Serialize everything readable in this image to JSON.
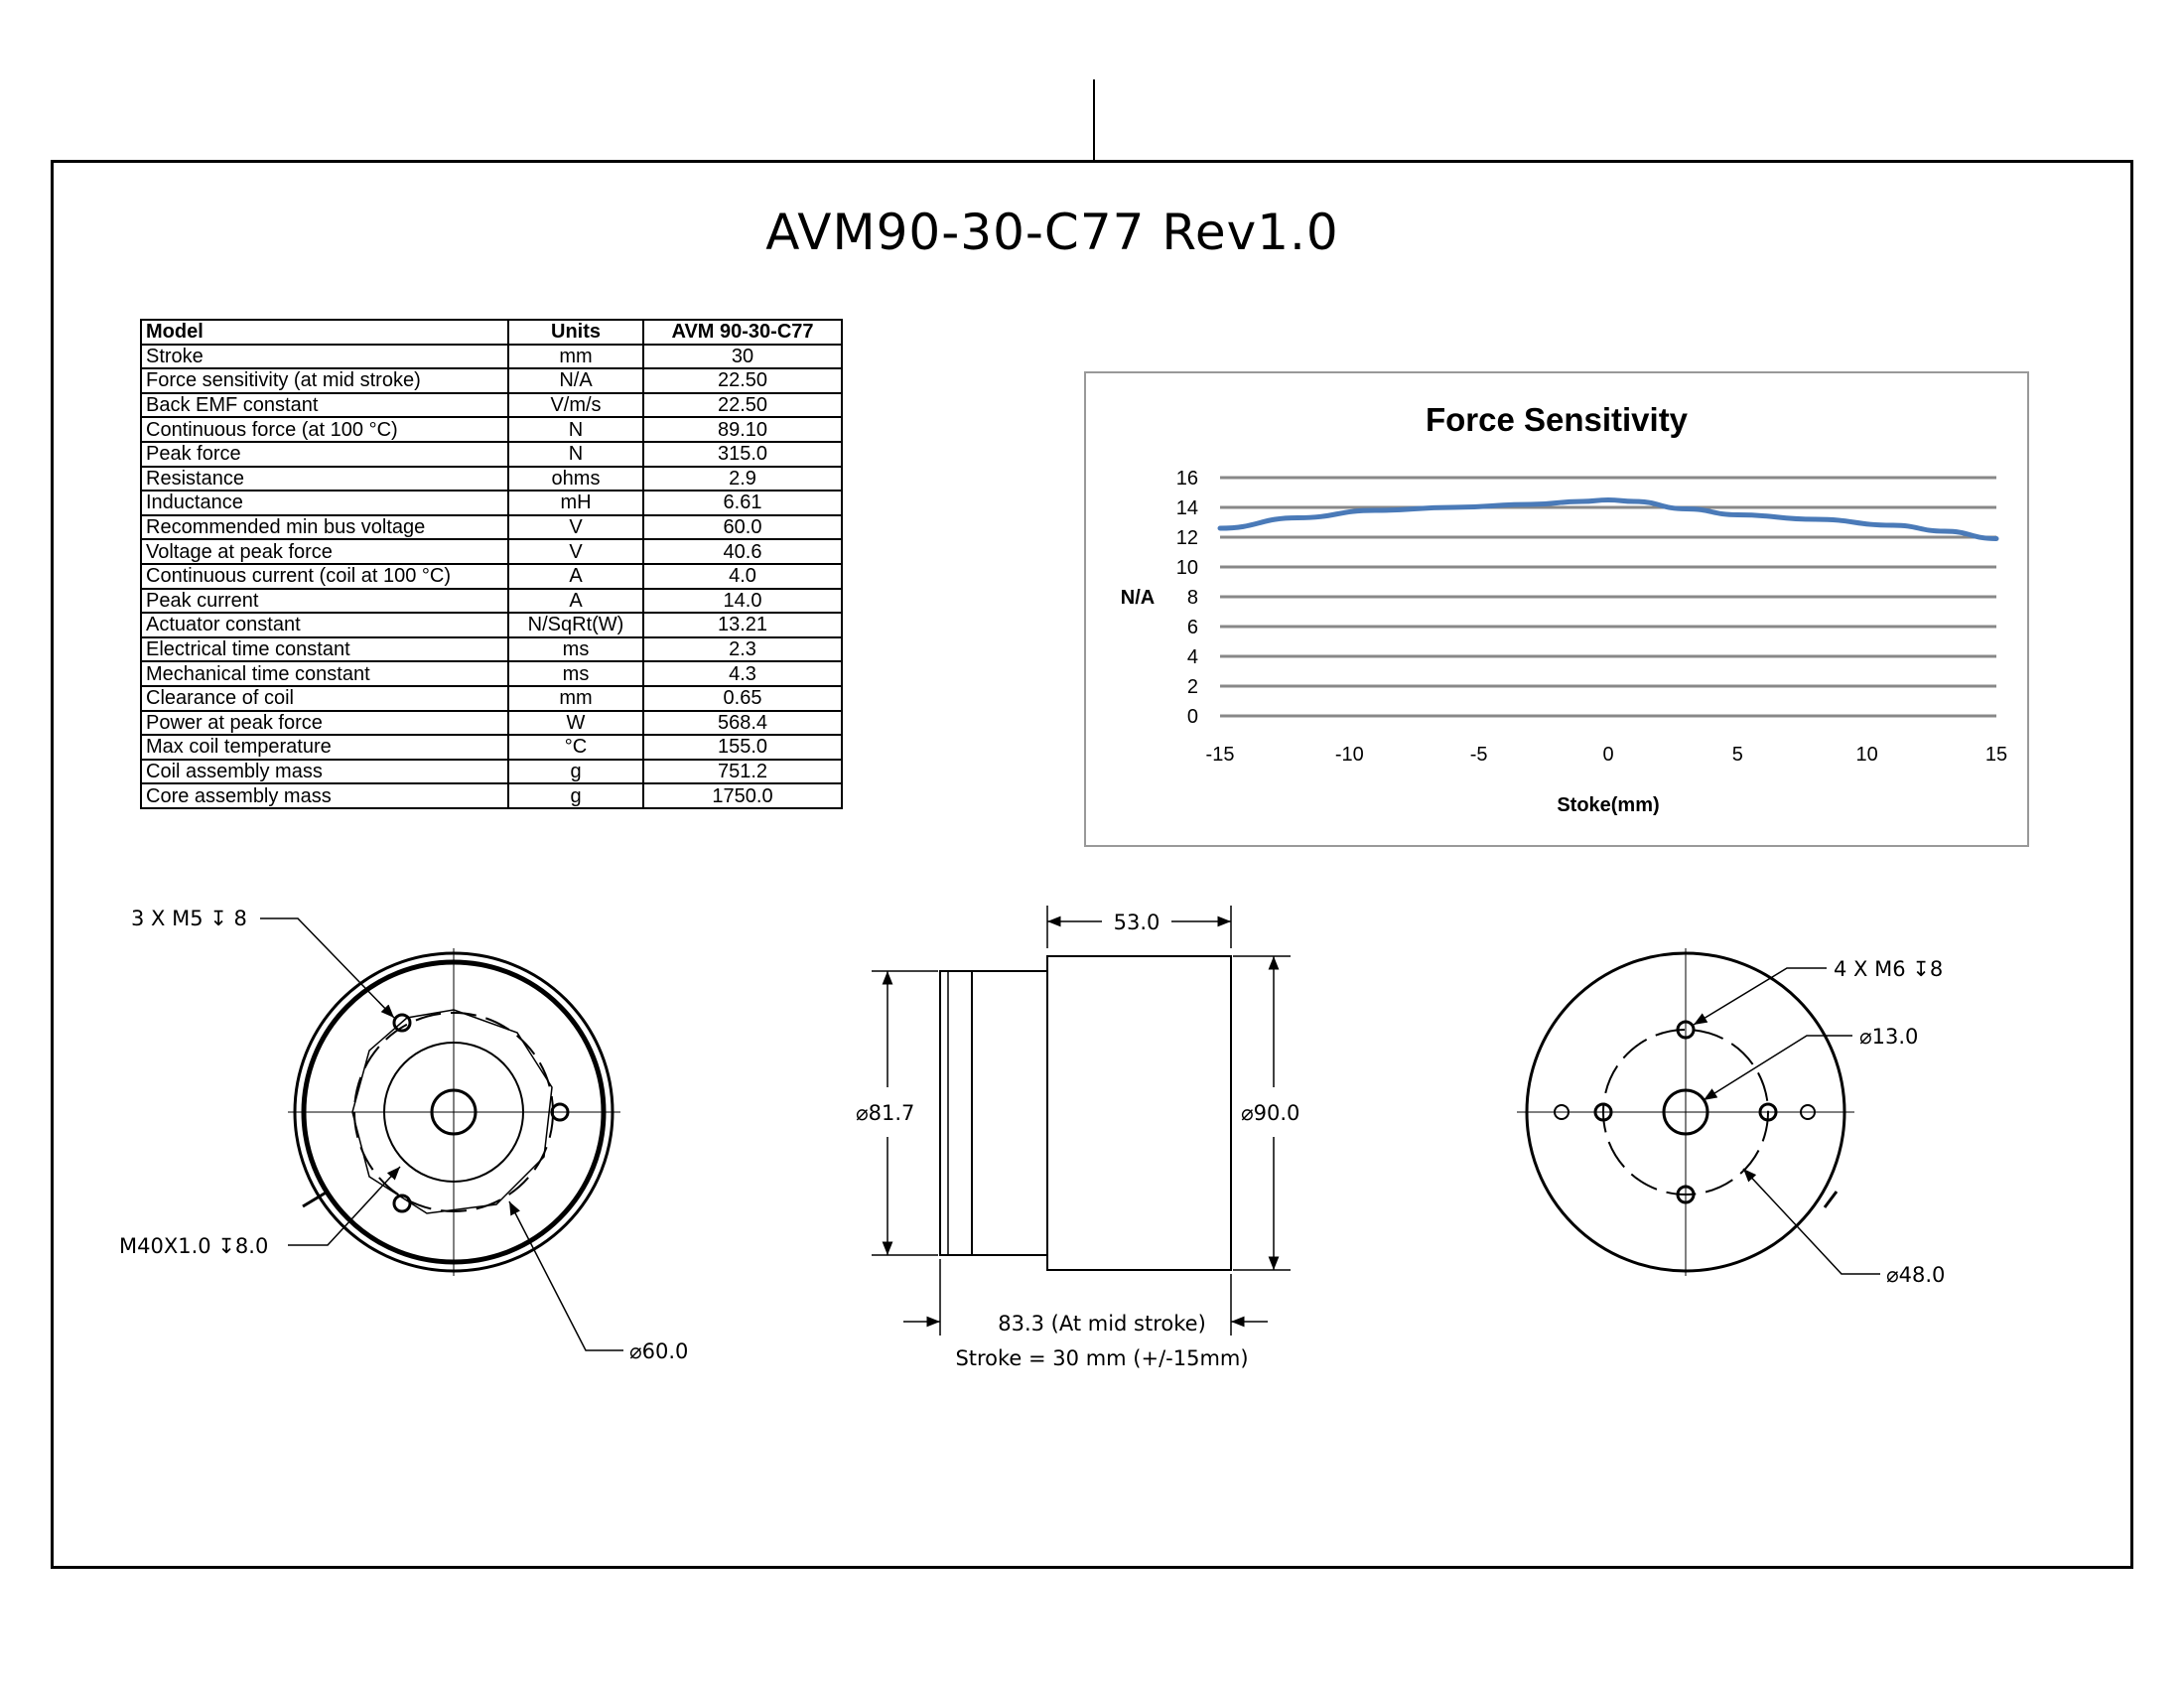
{
  "title": "AVM90-30-C77 Rev1.0",
  "spec_table": {
    "headers": [
      "Model",
      "Units",
      "AVM 90-30-C77"
    ],
    "rows": [
      [
        "Stroke",
        "mm",
        "30"
      ],
      [
        "Force sensitivity (at mid stroke)",
        "N/A",
        "22.50"
      ],
      [
        "Back EMF constant",
        "V/m/s",
        "22.50"
      ],
      [
        "Continuous force (at 100 °C)",
        "N",
        "89.10"
      ],
      [
        "Peak force",
        "N",
        "315.0"
      ],
      [
        "Resistance",
        "ohms",
        "2.9"
      ],
      [
        "Inductance",
        "mH",
        "6.61"
      ],
      [
        "Recommended min bus voltage",
        "V",
        "60.0"
      ],
      [
        "Voltage at peak force",
        "V",
        "40.6"
      ],
      [
        "Continuous current (coil at 100 °C)",
        "A",
        "4.0"
      ],
      [
        "Peak current",
        "A",
        "14.0"
      ],
      [
        "Actuator constant",
        "N/SqRt(W)",
        "13.21"
      ],
      [
        "Electrical time constant",
        "ms",
        "2.3"
      ],
      [
        "Mechanical time constant",
        "ms",
        "4.3"
      ],
      [
        "Clearance of coil",
        "mm",
        "0.65"
      ],
      [
        "Power at peak force",
        "W",
        "568.4"
      ],
      [
        "Max coil temperature",
        "°C",
        "155.0"
      ],
      [
        "Coil assembly mass",
        "g",
        "751.2"
      ],
      [
        "Core assembly mass",
        "g",
        "1750.0"
      ]
    ]
  },
  "chart_data": {
    "type": "line",
    "title": "Force Sensitivity",
    "xlabel": "Stoke(mm)",
    "ylabel": "N/A",
    "xlim": [
      -15,
      15
    ],
    "ylim": [
      0,
      16
    ],
    "x_ticks": [
      "-15",
      "-10",
      "-5",
      "0",
      "5",
      "10",
      "15"
    ],
    "y_ticks": [
      "0",
      "2",
      "4",
      "6",
      "8",
      "10",
      "12",
      "14",
      "16"
    ],
    "grid": "horizontal",
    "series": [
      {
        "color": "#4a7ab8",
        "x": [
          -15,
          -12,
          -9,
          -6,
          -3,
          -1,
          0,
          1,
          3,
          5,
          8,
          11,
          13,
          15
        ],
        "y": [
          12.6,
          13.3,
          13.8,
          14.0,
          14.2,
          14.4,
          14.5,
          14.4,
          13.9,
          13.5,
          13.2,
          12.8,
          12.4,
          11.9
        ]
      }
    ]
  },
  "drawing": {
    "left_view": {
      "note_holes": "3 X M5",
      "note_holes_depth": "8",
      "note_thread": "M40X1.0",
      "note_thread_depth": "8.0",
      "dia_bolt_circle": "60.0"
    },
    "side_view": {
      "dim_length": "53.0",
      "dia_small": "81.7",
      "dia_large": "90.0",
      "dim_overall": "83.3 (At mid stroke)",
      "stroke_note": "Stroke = 30 mm (+/-15mm)"
    },
    "right_view": {
      "note_holes": "4 X M6",
      "note_holes_depth": "8",
      "dia_center": "13.0",
      "dia_bolt_circle": "48.0"
    }
  }
}
